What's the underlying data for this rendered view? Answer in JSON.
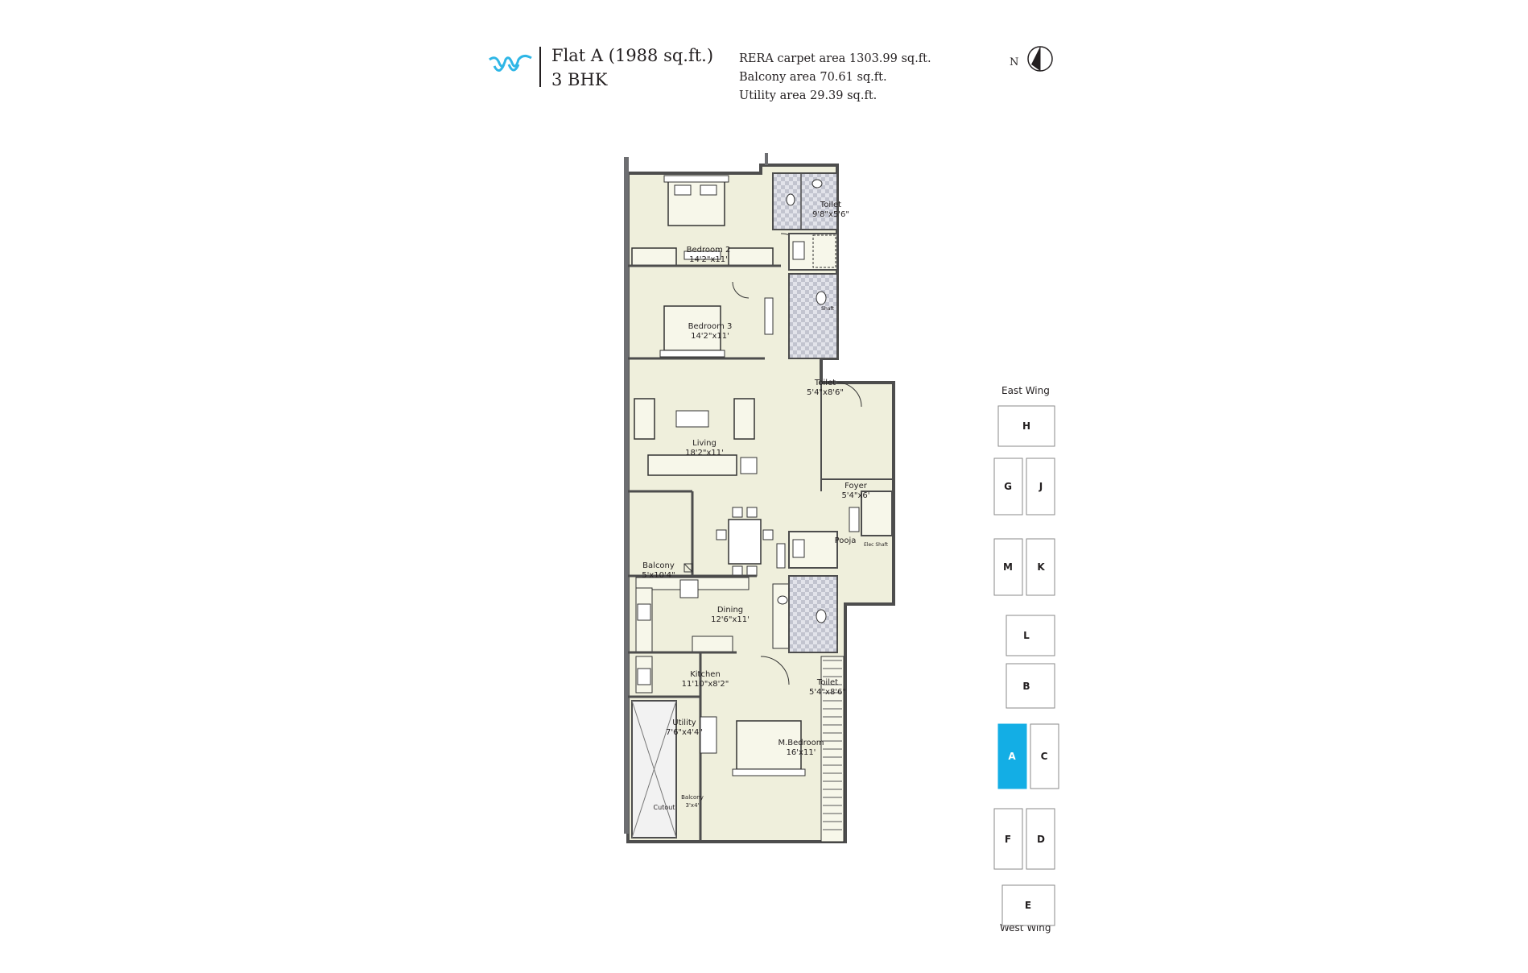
{
  "header": {
    "flat_title": "Flat A (1988 sq.ft.)",
    "flat_type": "3 BHK",
    "rera_area": "RERA carpet area 1303.99 sq.ft.",
    "balcony_area": "Balcony area 70.61 sq.ft.",
    "utility_area": "Utility area 29.39 sq.ft.",
    "north_label": "N"
  },
  "colors": {
    "floor": "#efefdc",
    "wall": "#4d4d4d",
    "tile": "#c9cad4",
    "brand": "#2eb6e6",
    "highlight": "#13aee5"
  },
  "rooms": {
    "bedroom2": {
      "name": "Bedroom 2",
      "size": "14'2\"x11'"
    },
    "bedroom3": {
      "name": "Bedroom 3",
      "size": "14'2\"x11'"
    },
    "toilet1": {
      "name": "Toilet",
      "size": "9'8\"x5'6\""
    },
    "toilet2": {
      "name": "Toilet",
      "size": "5'4\"x8'6\""
    },
    "toilet3": {
      "name": "Toilet",
      "size": "5'4\"x8'6\""
    },
    "living": {
      "name": "Living",
      "size": "18'2\"x11'"
    },
    "foyer": {
      "name": "Foyer",
      "size": "5'4\"x6'"
    },
    "pooja": {
      "name": "Pooja"
    },
    "elec_shaft": {
      "name": "Elec Shaft"
    },
    "balcony": {
      "name": "Balcony",
      "size": "5'x10'4\""
    },
    "dining": {
      "name": "Dining",
      "size": "12'6\"x11'"
    },
    "kitchen": {
      "name": "Kitchen",
      "size": "11'10\"x8'2\""
    },
    "utility": {
      "name": "Utility",
      "size": "7'6\"x4'4\""
    },
    "mbedroom": {
      "name": "M.Bedroom",
      "size": "16'x11'"
    },
    "cutout": {
      "name": "Cutout"
    },
    "balcony2": {
      "name": "Balcony",
      "size": "3'x4'"
    },
    "shaft": {
      "name": "Shaft"
    }
  },
  "keymap": {
    "east_wing": "East Wing",
    "west_wing": "West Wing",
    "units": [
      "H",
      "G",
      "J",
      "M",
      "K",
      "L",
      "B",
      "A",
      "C",
      "F",
      "D",
      "E"
    ],
    "highlighted_unit": "A"
  }
}
